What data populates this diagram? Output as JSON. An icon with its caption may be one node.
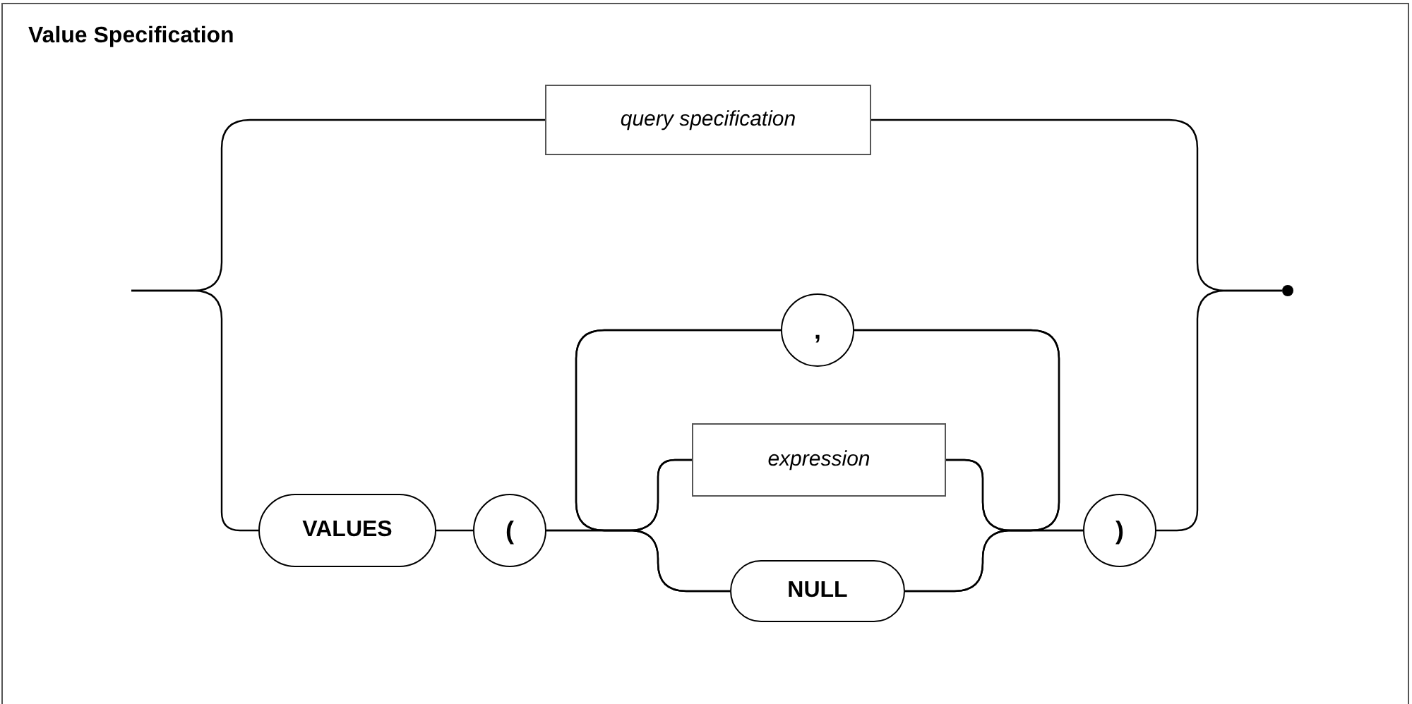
{
  "diagram": {
    "title": "Value Specification",
    "nodes": [
      {
        "text": [
          "query specification"
        ]
      },
      {
        "text": [
          "VALUES"
        ]
      },
      {
        "text": [
          "("
        ]
      },
      {
        "text": [
          ","
        ]
      },
      {
        "text": [
          "expression"
        ]
      },
      {
        "text": [
          "NULL"
        ]
      },
      {
        "text": [
          ")"
        ]
      },
      {
        "text": [],
        "shape": "circle"
      }
    ],
    "edges": [
      {
        "from": null,
        "to": 0,
        "arrow": "none"
      },
      {
        "from": null,
        "to": 1,
        "arrow": "none"
      },
      {
        "from": 0,
        "to": 7,
        "arrow": "none"
      },
      {
        "from": 1,
        "to": 2,
        "arrow": "none"
      },
      {
        "from": 2,
        "to": 4,
        "arrow": "none"
      },
      {
        "from": 2,
        "to": 5,
        "arrow": "none"
      },
      {
        "from": 4,
        "to": 6,
        "arrow": "none"
      },
      {
        "from": 5,
        "to": 6,
        "arrow": "none"
      },
      {
        "from": 4,
        "to": 3,
        "arrow": "none"
      },
      {
        "from": 5,
        "to": 3,
        "arrow": "none"
      },
      {
        "from": 3,
        "to": 4,
        "arrow": "none"
      },
      {
        "from": 3,
        "to": 5,
        "arrow": "none"
      },
      {
        "from": 6,
        "to": 7,
        "arrow": "none"
      }
    ]
  }
}
